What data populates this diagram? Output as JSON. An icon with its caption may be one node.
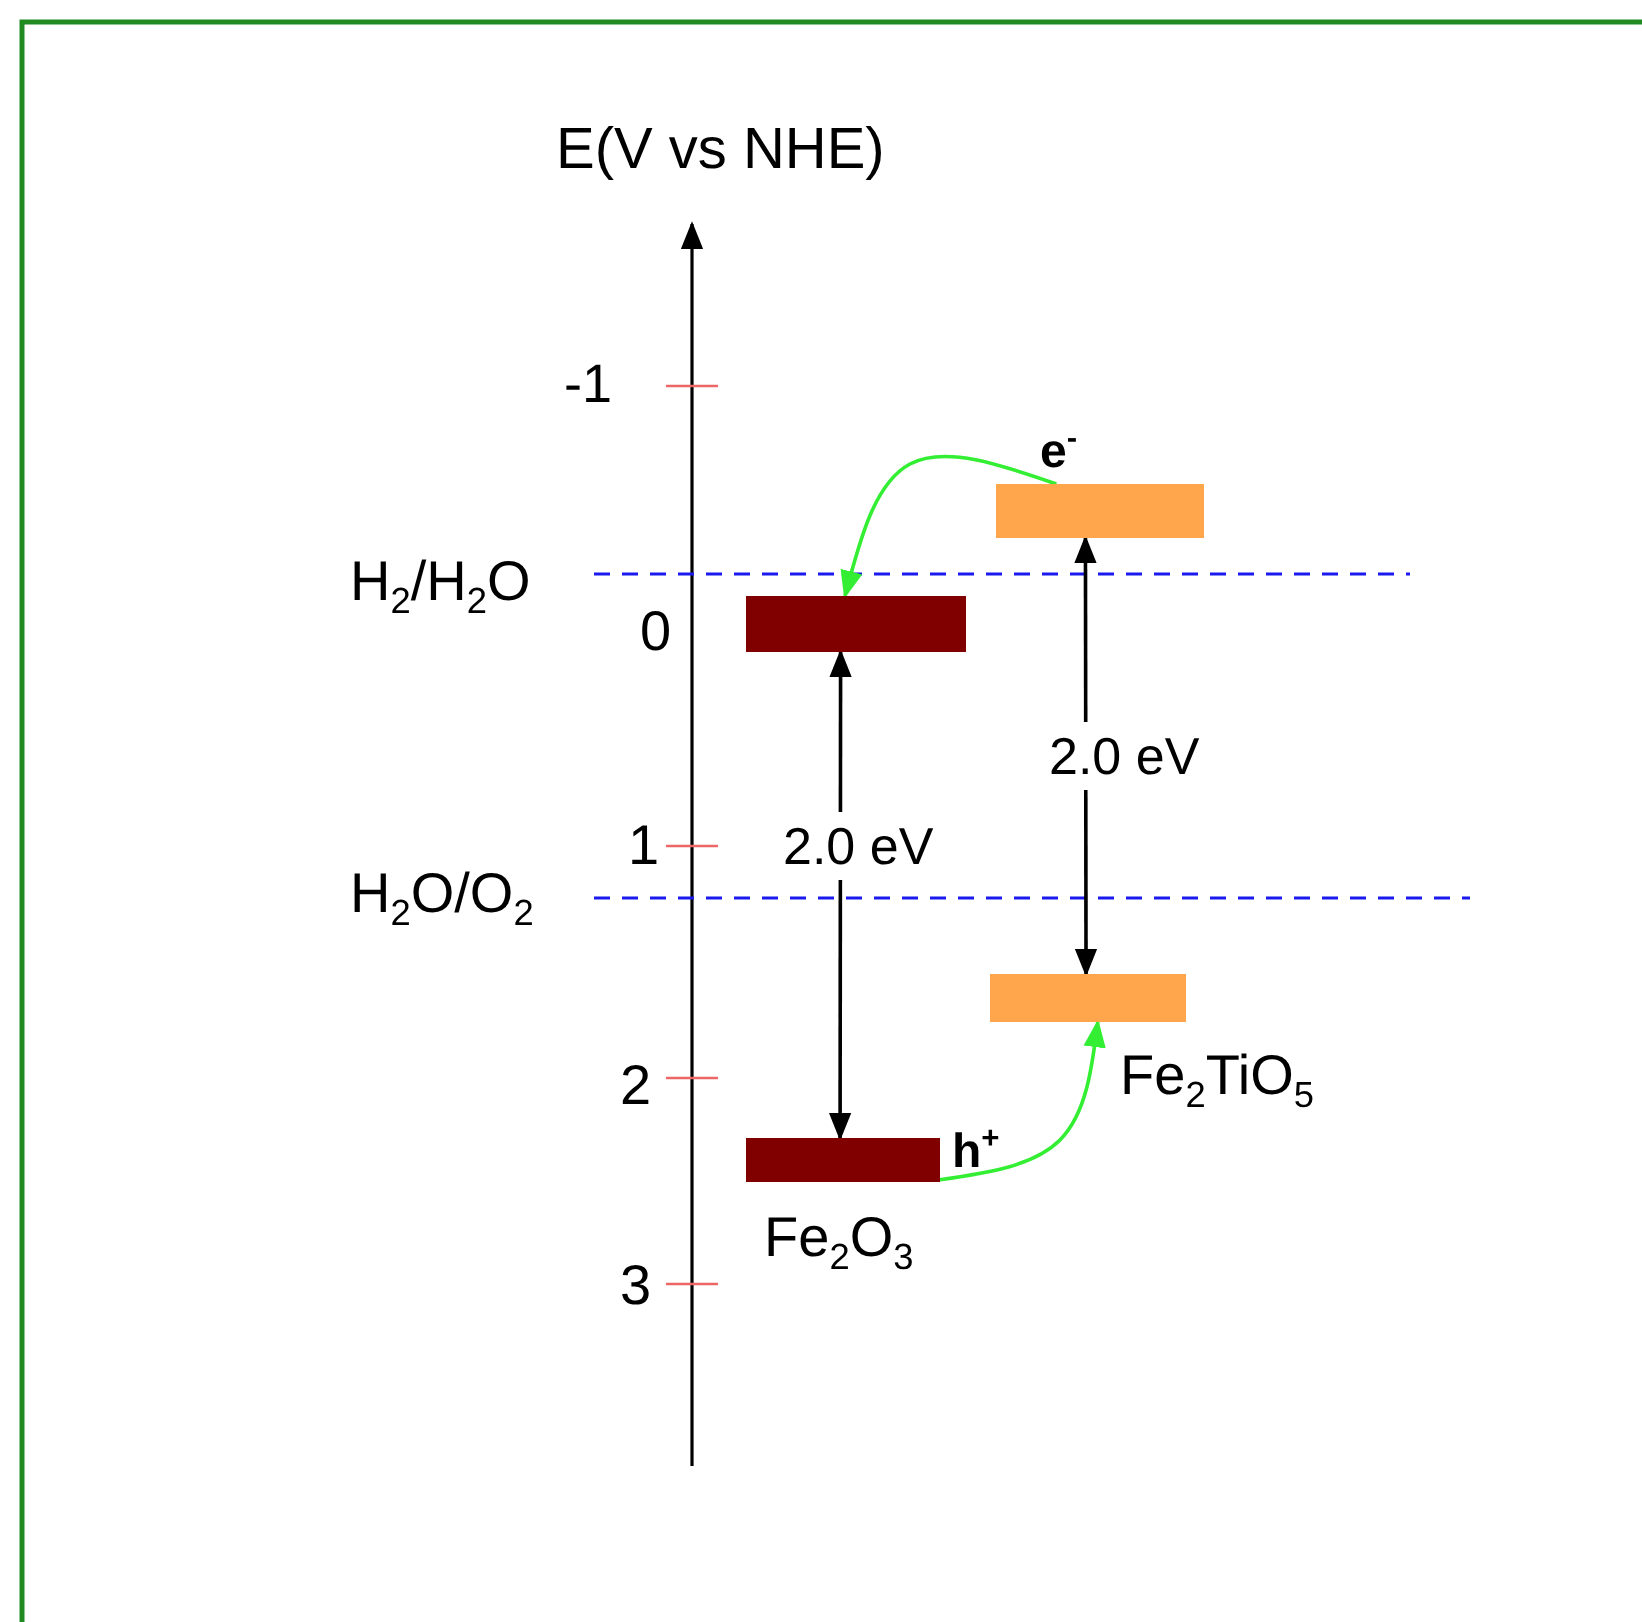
{
  "diagram": {
    "nodes": [
      {
        "text": [],
        "shape": "bar",
        "beside": [
          "e$^{-}$"
        ]
      },
      {
        "text": [],
        "shape": "bar"
      },
      {
        "text": [],
        "shape": "bar",
        "beside": [
          "Fe$_{2}$TiO$_{5}$"
        ]
      },
      {
        "text": [],
        "shape": "bar",
        "beside": [
          "h$^{+}$",
          "Fe$_{2}$O$_{3}$"
        ]
      }
    ],
    "edges": [
      {
        "from": 0,
        "to": 1,
        "arrow": "to",
        "color": "#33ee33"
      },
      {
        "from": 3,
        "to": 2,
        "arrow": "to",
        "color": "#33ee33"
      },
      {
        "from": 1,
        "to": 3,
        "arrow": "both",
        "label": "2.0 eV",
        "color": "#000000"
      },
      {
        "from": 0,
        "to": 2,
        "arrow": "both",
        "label": "2.0 eV",
        "color": "#000000"
      }
    ],
    "labels": [
      "E(V vs NHE)",
      "-1",
      "H$_{2}$/H$_{2}$O",
      "0",
      "1",
      "H$_{2}$O/O$_{2}$",
      "2",
      "3"
    ]
  }
}
